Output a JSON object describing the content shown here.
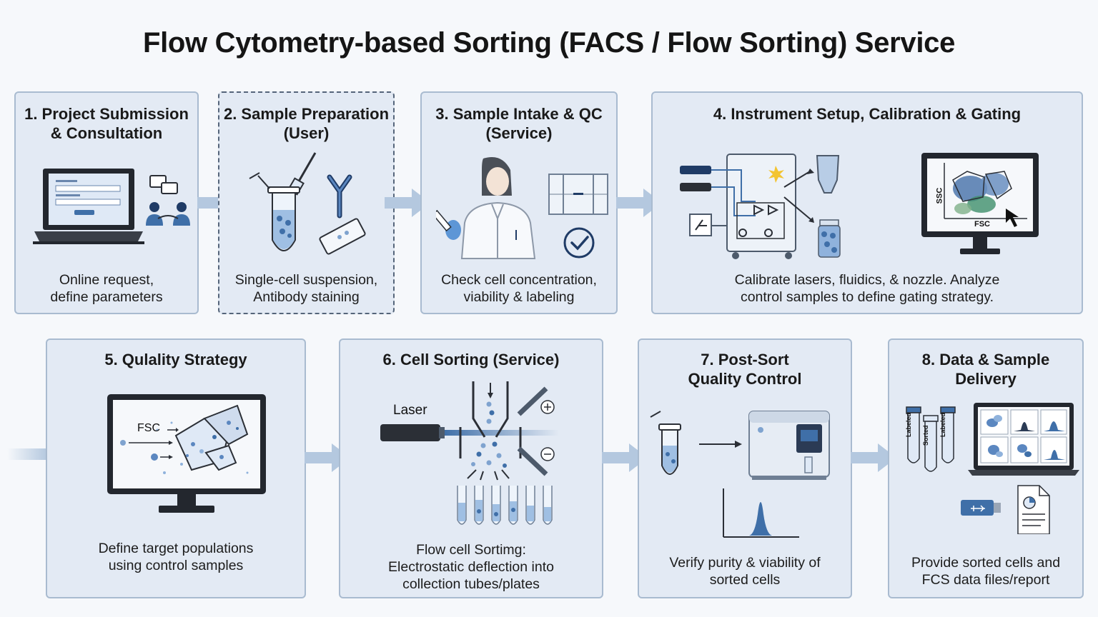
{
  "title": "Flow Cytometry-based Sorting (FACS / Flow Sorting) Service",
  "steps": [
    {
      "title": "1. Project Submission & Consultation",
      "title_lines": [
        "1. Project Submission",
        "& Consultation"
      ],
      "desc_lines": [
        "Online request,",
        "define parameters"
      ]
    },
    {
      "title": "2. Sample Preparation (User)",
      "title_lines": [
        "2. Sample Preparation",
        "(User)"
      ],
      "desc_lines": [
        "Single-cell suspension,",
        "Antibody staining"
      ]
    },
    {
      "title": "3. Sample Intake & QC (Service)",
      "title_lines": [
        "3. Sample Intake & QC",
        "(Service)"
      ],
      "desc_lines": [
        "Check cell concentration,",
        "viability & labeling"
      ]
    },
    {
      "title": "4. Instrument Setup, Calibration & Gating",
      "title_lines": [
        "4. Instrument Setup, Calibration & Gating"
      ],
      "desc_lines": [
        "Calibrate lasers, fluidics, & nozzle. Analyze",
        "control samples to define gating strategy."
      ]
    },
    {
      "title": "5. Qulality Strategy",
      "title_lines": [
        "5. Qulality Strategy"
      ],
      "desc_lines": [
        "Define target populations",
        "using control samples"
      ]
    },
    {
      "title": "6. Cell Sorting (Service)",
      "title_lines": [
        "6. Cell Sorting (Service)"
      ],
      "desc_lines": [
        "Flow cell Sortimg:",
        "Electrostatic deflection into",
        "collection tubes/plates"
      ]
    },
    {
      "title": "7. Post-Sort Quality Control",
      "title_lines": [
        "7. Post-Sort",
        "Quality Control"
      ],
      "desc_lines": [
        "Verify purity & viability of",
        "sorted cells"
      ]
    },
    {
      "title": "8. Data & Sample Delivery",
      "title_lines": [
        "8. Data & Sample",
        "Delivery"
      ],
      "desc_lines": [
        "Provide sorted cells and",
        "FCS data files/report"
      ]
    }
  ],
  "labels": {
    "ssc": "SSC",
    "fsc": "FSC",
    "fsc_arrow": "FSC",
    "laser": "Laser",
    "tube_label_1": "Labeled",
    "tube_label_2": "Sorted",
    "tube_label_3": "Labeled"
  },
  "colors": {
    "panel_bg": "#e3eaf4",
    "panel_border": "#a9bbd0",
    "arrow": "#b4c8df",
    "accent_blue": "#3f6fa8",
    "dark": "#2b2f36"
  }
}
